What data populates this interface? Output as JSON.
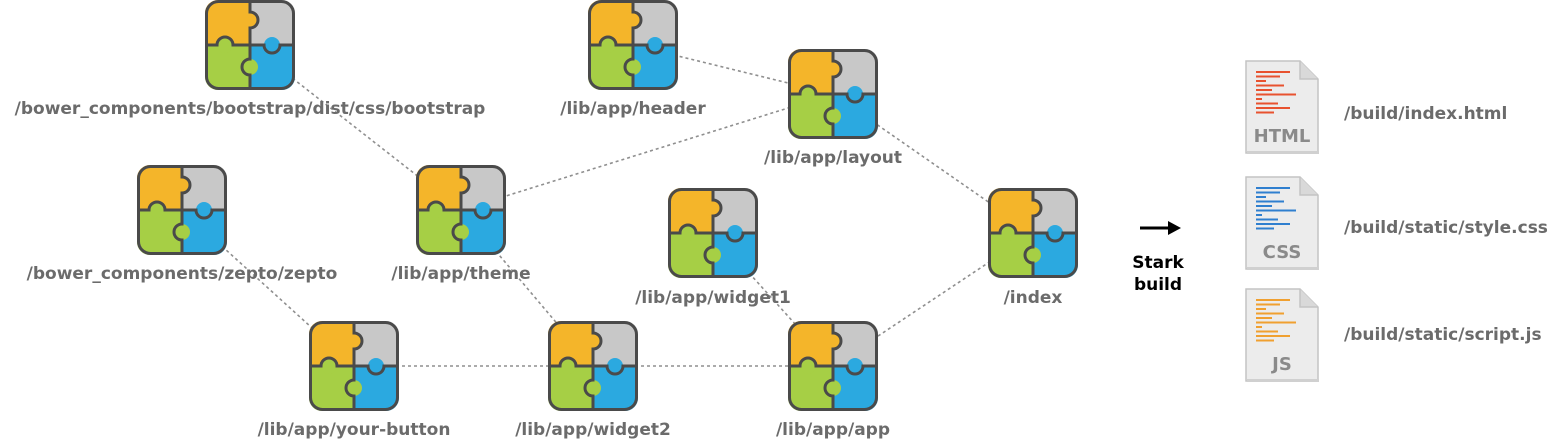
{
  "colors": {
    "piece_yellow": "#f4b52a",
    "piece_gray": "#c8c8c8",
    "piece_green": "#a6cf45",
    "piece_blue": "#2ba9e0",
    "outline": "#4a4a4a",
    "label": "#6b6b6b",
    "edge": "#8f8f8f",
    "html_lines": "#e8522f",
    "css_lines": "#2f7fcf",
    "js_lines": "#f0a030"
  },
  "modules": [
    {
      "id": "bootstrap",
      "label": "/bower_components/bootstrap/dist/css/bootstrap",
      "icon": "puzzle-icon"
    },
    {
      "id": "header",
      "label": "/lib/app/header",
      "icon": "puzzle-icon"
    },
    {
      "id": "layout",
      "label": "/lib/app/layout",
      "icon": "puzzle-icon"
    },
    {
      "id": "zepto",
      "label": "/bower_components/zepto/zepto",
      "icon": "puzzle-icon"
    },
    {
      "id": "theme",
      "label": "/lib/app/theme",
      "icon": "puzzle-icon"
    },
    {
      "id": "widget1",
      "label": "/lib/app/widget1",
      "icon": "puzzle-icon"
    },
    {
      "id": "index",
      "label": "/index",
      "icon": "puzzle-icon"
    },
    {
      "id": "yourbutton",
      "label": "/lib/app/your-button",
      "icon": "puzzle-icon"
    },
    {
      "id": "widget2",
      "label": "/lib/app/widget2",
      "icon": "puzzle-icon"
    },
    {
      "id": "app",
      "label": "/lib/app/app",
      "icon": "puzzle-icon"
    }
  ],
  "edges": [
    {
      "from": "bootstrap",
      "to": "theme"
    },
    {
      "from": "header",
      "to": "layout"
    },
    {
      "from": "theme",
      "to": "layout"
    },
    {
      "from": "layout",
      "to": "index"
    },
    {
      "from": "zepto",
      "to": "yourbutton"
    },
    {
      "from": "theme",
      "to": "widget2"
    },
    {
      "from": "widget1",
      "to": "app"
    },
    {
      "from": "yourbutton",
      "to": "widget2"
    },
    {
      "from": "widget2",
      "to": "app"
    },
    {
      "from": "app",
      "to": "index"
    }
  ],
  "build": {
    "arrow_icon": "arrow-right-icon",
    "line1": "Stark",
    "line2": "build"
  },
  "outputs": [
    {
      "id": "html",
      "type": "HTML",
      "path": "/build/index.html",
      "icon": "html-file-icon"
    },
    {
      "id": "css",
      "type": "CSS",
      "path": "/build/static/style.css",
      "icon": "css-file-icon"
    },
    {
      "id": "js",
      "type": "JS",
      "path": "/build/static/script.js",
      "icon": "js-file-icon"
    }
  ]
}
